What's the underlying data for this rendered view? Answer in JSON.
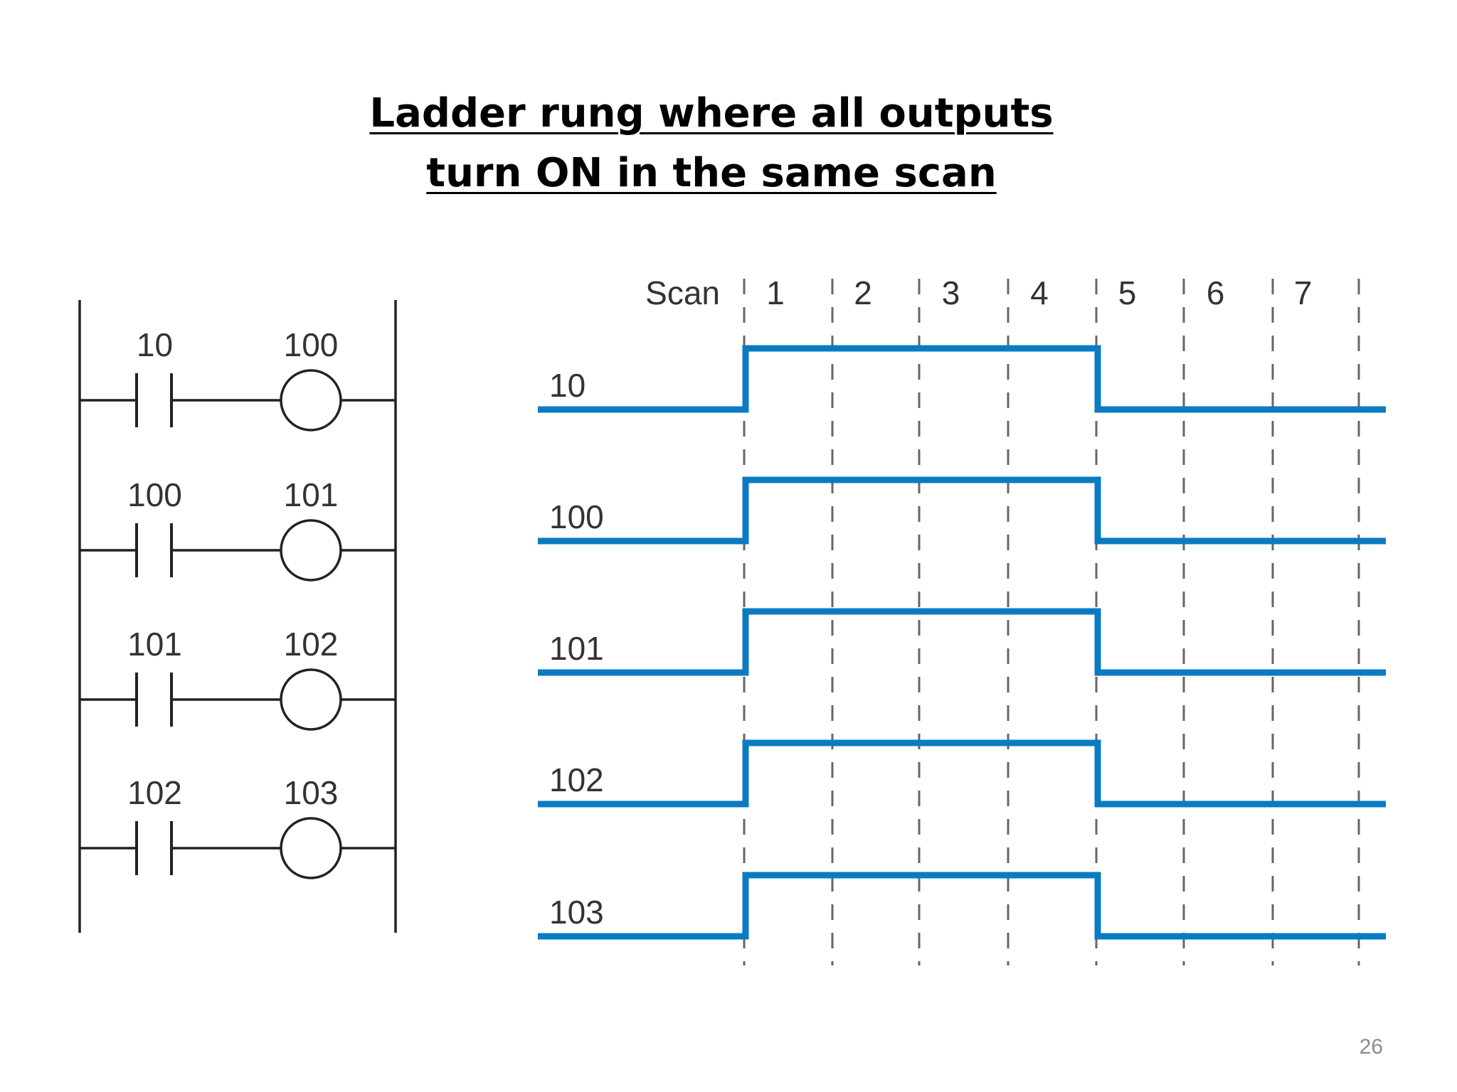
{
  "title": {
    "line1": "Ladder rung where all outputs",
    "line2": "turn ON in the same scan"
  },
  "ladder": {
    "rungs": [
      {
        "contact": "10",
        "coil": "100"
      },
      {
        "contact": "100",
        "coil": "101"
      },
      {
        "contact": "101",
        "coil": "102"
      },
      {
        "contact": "102",
        "coil": "103"
      }
    ]
  },
  "timing": {
    "scan_label": "Scan",
    "scans": [
      "1",
      "2",
      "3",
      "4",
      "5",
      "6",
      "7"
    ],
    "on_start_scan": 1,
    "on_end_scan": 5,
    "signals": [
      "10",
      "100",
      "101",
      "102",
      "103"
    ]
  },
  "colors": {
    "signal": "#0a7bc2",
    "ladder": "#222222",
    "dashes": "#666666"
  },
  "page_number": "26"
}
